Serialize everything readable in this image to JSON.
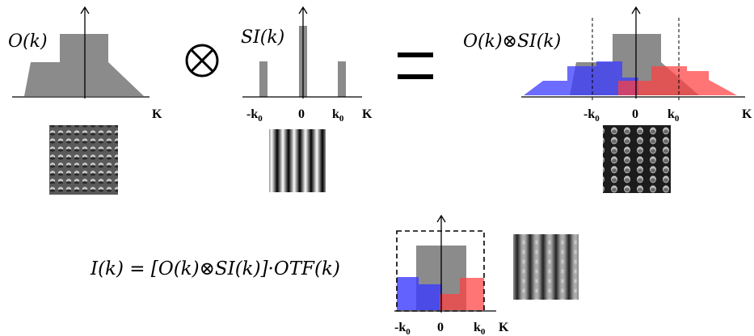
{
  "panel1": {
    "label": "O(k)",
    "axis_label": "K"
  },
  "convolve_symbol": "⊗",
  "panel2": {
    "label": "SI(k)",
    "ticks": {
      "left": "-k",
      "center": "0",
      "right": "k",
      "subscript": "0"
    },
    "axis_label": "K"
  },
  "equals_symbol": "=",
  "panel3": {
    "label": "O(k)⊗SI(k)",
    "ticks": {
      "left": "-k",
      "center": "0",
      "right": "k",
      "subscript": "0"
    },
    "axis_label": "K"
  },
  "equation": "I(k) = [O(k)⊗SI(k)]·OTF(k)",
  "panel4": {
    "ticks": {
      "left": "-k",
      "center": "0",
      "right": "k",
      "subscript": "0"
    },
    "axis_label": "K"
  },
  "colors": {
    "gray": "#8b8b8b",
    "blue": "#3b3bff",
    "red": "#ff3f3f"
  }
}
